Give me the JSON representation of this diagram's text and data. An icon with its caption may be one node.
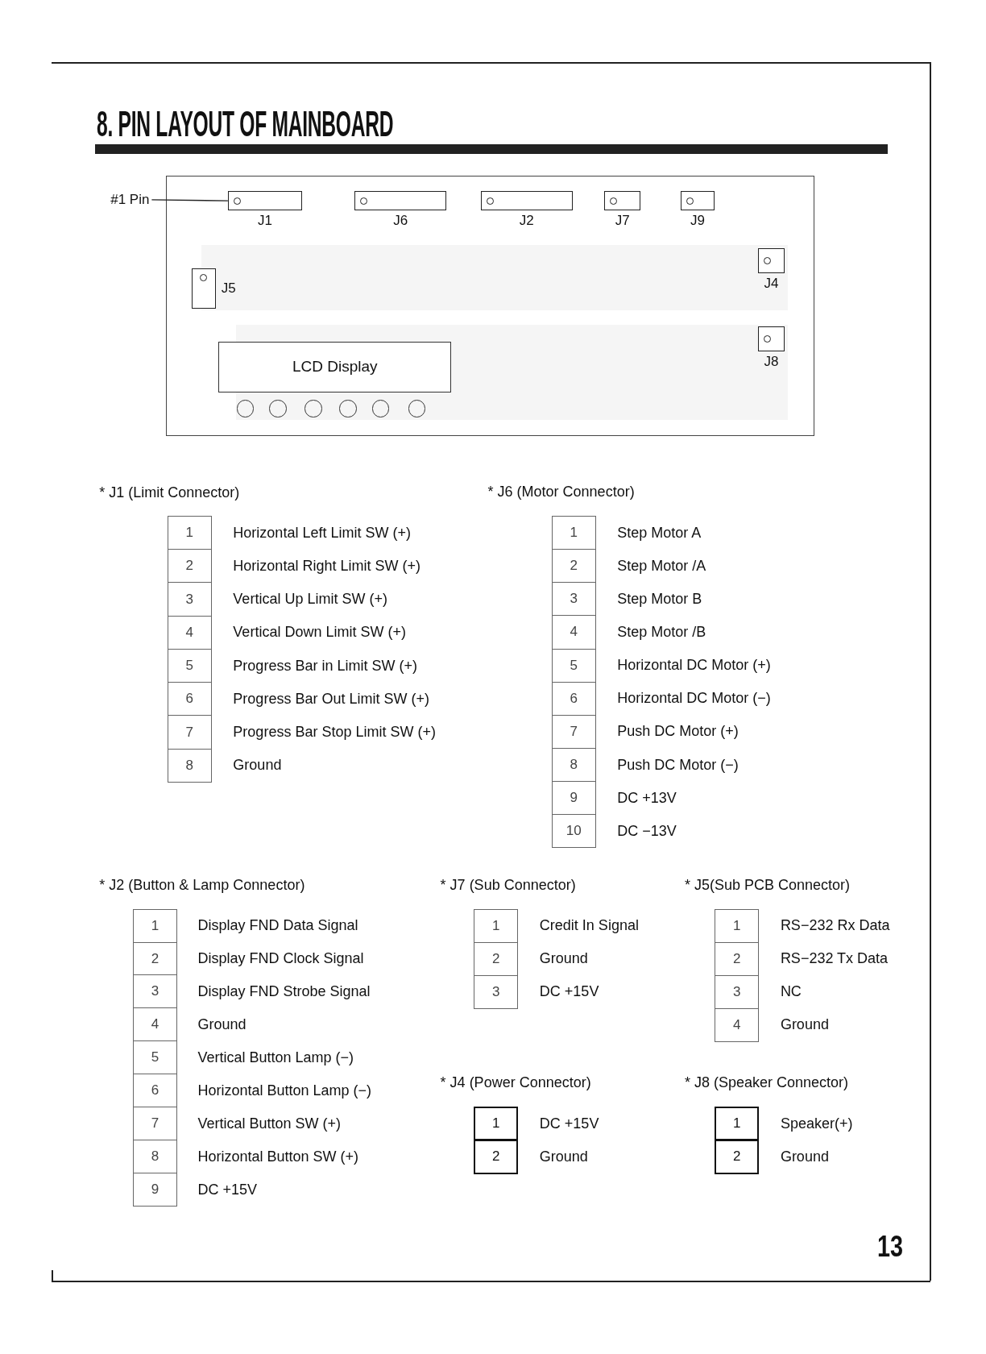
{
  "diagram": {
    "title": "8. PIN LAYOUT OF MAINBOARD",
    "nodes": [
      {
        "text": [],
        "shape": "box"
      },
      {
        "text": [
          "#1 Pin"
        ]
      },
      {
        "text": [
          "J1"
        ],
        "in": 0
      },
      {
        "text": [
          "J6"
        ],
        "in": 0
      },
      {
        "text": [
          "J2"
        ],
        "in": 0
      },
      {
        "text": [
          "J7"
        ],
        "in": 0
      },
      {
        "text": [
          "J9"
        ],
        "in": 0
      },
      {
        "text": [
          "J4"
        ],
        "in": 0
      },
      {
        "text": [
          "J5"
        ],
        "in": 0
      },
      {
        "text": [
          "J8"
        ],
        "in": 0
      },
      {
        "text": [
          "LCD Display"
        ],
        "in": 0
      },
      {
        "text": [],
        "shape": "circle",
        "in": 0
      },
      {
        "text": [],
        "shape": "circle",
        "in": 0
      },
      {
        "text": [],
        "shape": "circle",
        "in": 0
      },
      {
        "text": [],
        "shape": "circle",
        "in": 0
      },
      {
        "text": [],
        "shape": "circle",
        "in": 0
      },
      {
        "text": [],
        "shape": "circle",
        "in": 0
      },
      {
        "text": [
          "1"
        ],
        "beside": [
          "Horizontal Left Limit SW (+)"
        ]
      },
      {
        "text": [
          "2"
        ],
        "beside": [
          "Horizontal Right Limit SW (+)"
        ]
      },
      {
        "text": [
          "3"
        ],
        "beside": [
          "Vertical Up Limit SW (+)"
        ]
      },
      {
        "text": [
          "4"
        ],
        "beside": [
          "Vertical Down Limit SW (+)"
        ]
      },
      {
        "text": [
          "5"
        ],
        "beside": [
          "Progress Bar in Limit SW (+)"
        ]
      },
      {
        "text": [
          "6"
        ],
        "beside": [
          "Progress Bar Out Limit SW (+)"
        ]
      },
      {
        "text": [
          "7"
        ],
        "beside": [
          "Progress Bar Stop Limit SW (+)"
        ]
      },
      {
        "text": [
          "8"
        ],
        "beside": [
          "Ground"
        ]
      },
      {
        "text": [
          "1"
        ],
        "beside": [
          "Step Motor A"
        ]
      },
      {
        "text": [
          "2"
        ],
        "beside": [
          "Step Motor /A"
        ]
      },
      {
        "text": [
          "3"
        ],
        "beside": [
          "Step Motor B"
        ]
      },
      {
        "text": [
          "4"
        ],
        "beside": [
          "Step Motor /B"
        ]
      },
      {
        "text": [
          "5"
        ],
        "beside": [
          "Horizontal DC Motor (+)"
        ]
      },
      {
        "text": [
          "6"
        ],
        "beside": [
          "Horizontal DC Motor (−)"
        ]
      },
      {
        "text": [
          "7"
        ],
        "beside": [
          "Push DC Motor (+)"
        ]
      },
      {
        "text": [
          "8"
        ],
        "beside": [
          "Push DC Motor (−)"
        ]
      },
      {
        "text": [
          "9"
        ],
        "beside": [
          "DC +13V"
        ]
      },
      {
        "text": [
          "10"
        ],
        "beside": [
          "DC −13V"
        ]
      },
      {
        "text": [
          "1"
        ],
        "beside": [
          "Display FND Data Signal"
        ]
      },
      {
        "text": [
          "2"
        ],
        "beside": [
          "Display FND Clock Signal"
        ]
      },
      {
        "text": [
          "3"
        ],
        "beside": [
          "Display FND Strobe Signal"
        ]
      },
      {
        "text": [
          "4"
        ],
        "beside": [
          "Ground"
        ]
      },
      {
        "text": [
          "5"
        ],
        "beside": [
          "Vertical Button Lamp (−)"
        ]
      },
      {
        "text": [
          "6"
        ],
        "beside": [
          "Horizontal Button Lamp (−)"
        ]
      },
      {
        "text": [
          "7"
        ],
        "beside": [
          "Vertical Button SW (+)"
        ]
      },
      {
        "text": [
          "8"
        ],
        "beside": [
          "Horizontal Button SW (+)"
        ]
      },
      {
        "text": [
          "9"
        ],
        "beside": [
          "DC +15V"
        ]
      },
      {
        "text": [
          "1"
        ],
        "beside": [
          "Credit In Signal"
        ]
      },
      {
        "text": [
          "2"
        ],
        "beside": [
          "Ground"
        ]
      },
      {
        "text": [
          "3"
        ],
        "beside": [
          "DC +15V"
        ]
      },
      {
        "text": [
          "1"
        ],
        "beside": [
          "RS−232 Rx Data"
        ]
      },
      {
        "text": [
          "2"
        ],
        "beside": [
          "RS−232 Tx Data"
        ]
      },
      {
        "text": [
          "3"
        ],
        "beside": [
          "NC"
        ]
      },
      {
        "text": [
          "4"
        ],
        "beside": [
          "Ground"
        ]
      },
      {
        "text": [
          "1"
        ],
        "beside": [
          "DC +15V"
        ]
      },
      {
        "text": [
          "2"
        ],
        "beside": [
          "Ground"
        ]
      },
      {
        "text": [
          "1"
        ],
        "beside": [
          "Speaker(+)"
        ]
      },
      {
        "text": [
          "2"
        ],
        "beside": [
          "Ground"
        ]
      }
    ],
    "edges": [
      {
        "from": 1,
        "to": 2,
        "arrow": "none"
      }
    ],
    "labels": [
      "* J1 (Limit Connector)",
      "* J6 (Motor Connector)",
      "* J2 (Button & Lamp Connector)",
      "* J7 (Sub Connector)",
      "* J5(Sub PCB Connector)",
      "* J4 (Power Connector)",
      "* J8 (Speaker Connector)",
      "13"
    ]
  }
}
